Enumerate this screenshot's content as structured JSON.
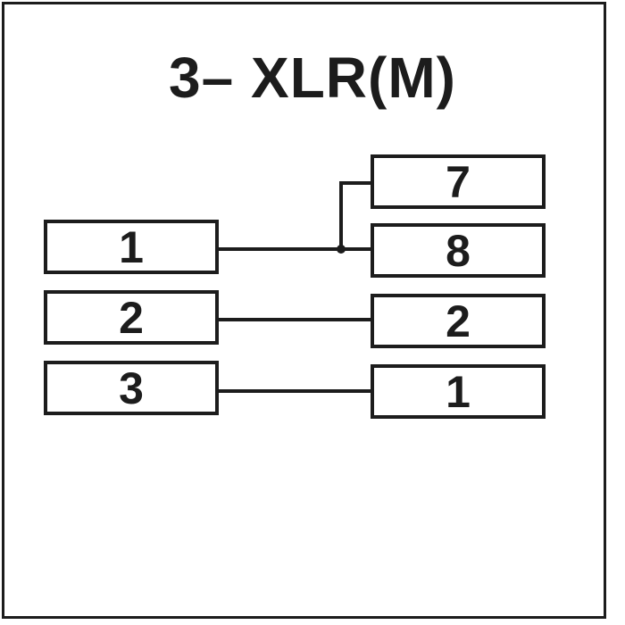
{
  "title": "3– XLR(M)",
  "diagram": {
    "type": "wiring-pinout",
    "left_pins": [
      {
        "label": "1"
      },
      {
        "label": "2"
      },
      {
        "label": "3"
      }
    ],
    "right_pins": [
      {
        "label": "7"
      },
      {
        "label": "8"
      },
      {
        "label": "2"
      },
      {
        "label": "1"
      }
    ],
    "connections": [
      {
        "from_left": "1",
        "to_right": [
          "7",
          "8"
        ],
        "junction_dot": true
      },
      {
        "from_left": "2",
        "to_right": [
          "2"
        ],
        "junction_dot": false
      },
      {
        "from_left": "3",
        "to_right": [
          "1"
        ],
        "junction_dot": false
      }
    ],
    "colors": {
      "line": "#1c1c1c",
      "background": "#ffffff"
    }
  }
}
